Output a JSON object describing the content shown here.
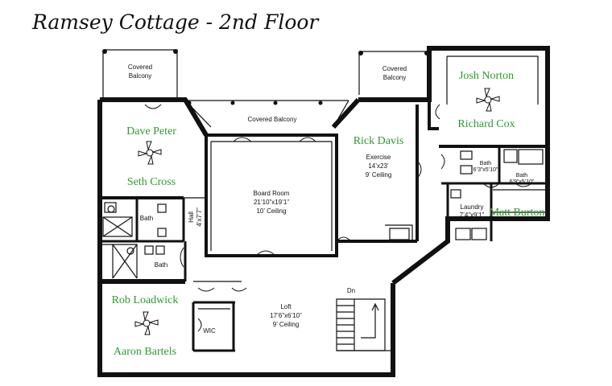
{
  "title": "Ramsey Cottage - 2nd Floor",
  "colors": {
    "occupant": "#2e9a2e",
    "wall": "#111111"
  },
  "rooms": {
    "balcony_left": [
      "Covered",
      "Balcony"
    ],
    "balcony_center": "Covered Balcony",
    "balcony_right": [
      "Covered",
      "Balcony"
    ],
    "board_room": [
      "Board Room",
      "21’10”x19’1”",
      "10’ Ceiling"
    ],
    "exercise": [
      "Exercise",
      "14’x23’",
      "9’ Ceiling"
    ],
    "loft": [
      "Loft",
      "17’6”x6’10”",
      "9’ Ceiling"
    ],
    "laundry": [
      "Laundry",
      "7’4”x9’1”"
    ],
    "bath_left_upper": "Bath",
    "bath_left_lower": "Bath",
    "bath_right_a": [
      "Bath",
      "6’3”x5’10”"
    ],
    "bath_right_b": [
      "Bath",
      "6’9”x5’10”"
    ],
    "hall": [
      "Hall",
      "4’x7’7”"
    ],
    "wic": "WIC",
    "dn": "Dn"
  },
  "occupants": {
    "dave_peter": "Dave Peter",
    "seth_cross": "Seth Cross",
    "rick_davis": "Rick Davis",
    "josh_norton": "Josh Norton",
    "richard_cox": "Richard Cox",
    "matt_burton": "Matt Burton",
    "rob_loadwick": "Rob Loadwick",
    "aaron_bartels": "Aaron Bartels"
  }
}
